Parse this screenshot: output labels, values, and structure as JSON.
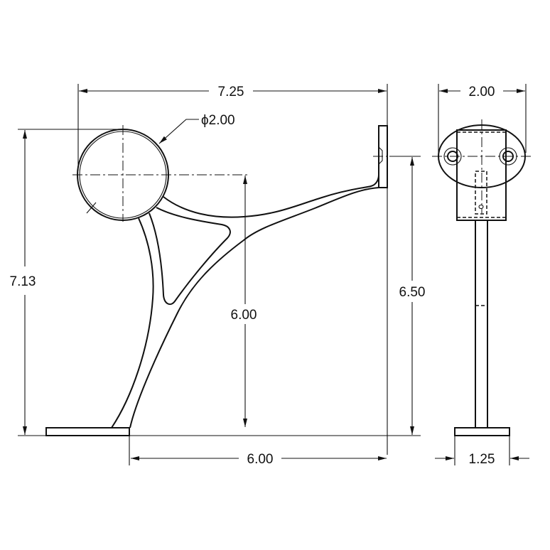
{
  "drawing": {
    "side_view": {
      "overall_width": "7.25",
      "overall_height": "7.13",
      "rail_diameter": "ϕ2.00",
      "rail_center_height": "6.00",
      "base_to_wall_plate": "6.00",
      "wall_mount_height": "6.50"
    },
    "end_view": {
      "plate_width": "2.00",
      "base_width": "1.25"
    },
    "line_color": "#111111",
    "background": "#ffffff"
  }
}
